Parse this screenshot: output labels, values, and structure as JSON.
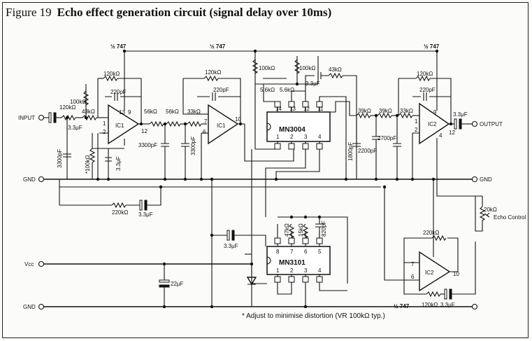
{
  "figure": {
    "label": "Figure 19",
    "title": "Echo effect generation circuit (signal delay over 10ms)"
  },
  "footnote": "* Adjust to minimise distortion (VR 100kΩ typ.)",
  "terminals": {
    "input": "INPUT",
    "output": "OUTPUT",
    "gnd_right": "GND",
    "gnd_top": "GND",
    "vcc": "Vcc",
    "gnd_bottom": "GND",
    "echo_control": "Echo Control"
  },
  "chips": {
    "mn3004": "MN3004",
    "mn3101": "MN3101",
    "ic1a": "IC1",
    "ic1b": "IC1",
    "ic2a": "IC2",
    "ic2b": "IC2"
  },
  "half_747": {
    "a": "½ 747",
    "b": "½ 747",
    "c": "½ 747",
    "d": "½ 747"
  },
  "components": {
    "c_in": "3.3μF",
    "r_in": "120kΩ",
    "r_fb1": "120kΩ",
    "c_fb1": "220pF",
    "r_100k_a": "100kΩ",
    "r_43k_a": "43kΩ",
    "c_3300_a": "3300pF",
    "vr_100k": "*100kΩ",
    "c_3_3_a": "3.3μF",
    "r_56k_a": "56kΩ",
    "r_56k_b": "56kΩ",
    "c_3300_b": "3300pF",
    "r_fb2": "120kΩ",
    "c_fb2": "220pF",
    "r_33k_a": "33kΩ",
    "c_3300_c": "3300pF",
    "r_100k_b": "100kΩ",
    "r_100k_c": "100kΩ",
    "r_5_6k_a": "5.6kΩ",
    "r_5_6k_b": "5.6kΩ",
    "c_3_3_b": "3.3μF",
    "r_43k_b": "43kΩ",
    "c_1800": "1800pF",
    "r_39k_a": "39kΩ",
    "c_2200": "2200pF",
    "r_39k_b": "39kΩ",
    "c_2700": "2700pF",
    "r_33k_b": "33kΩ",
    "r_fb3": "120kΩ",
    "c_fb3": "220pF",
    "c_out": "3.3μF",
    "r_220k": "220kΩ",
    "c_3_3_c": "3.3μF",
    "r_20k": "20kΩ",
    "c_3_3_d": "3.3μF",
    "r_47k": "47kΩ",
    "r_15k": "15kΩ",
    "c_820": "820pF",
    "c_22": "22μF",
    "r_fb4": "220kΩ",
    "r_120k_bot": "120kΩ",
    "c_3_3_e": "3.3μF"
  },
  "pins": {
    "mn3004_top": [
      "14",
      "13",
      "12",
      "11"
    ],
    "mn3004_bot": [
      "1",
      "2",
      "3",
      "4"
    ],
    "mn3101_top": [
      "8",
      "7",
      "6",
      "5"
    ],
    "mn3101_bot": [
      "1",
      "2",
      "3",
      "4"
    ],
    "ic1a": [
      "13",
      "9",
      "1",
      "2",
      "12"
    ],
    "ic1b": [
      "7",
      "6",
      "10"
    ],
    "ic2a": [
      "9",
      "1",
      "2",
      "4",
      "12"
    ],
    "ic2b": [
      "7",
      "6",
      "10"
    ]
  }
}
